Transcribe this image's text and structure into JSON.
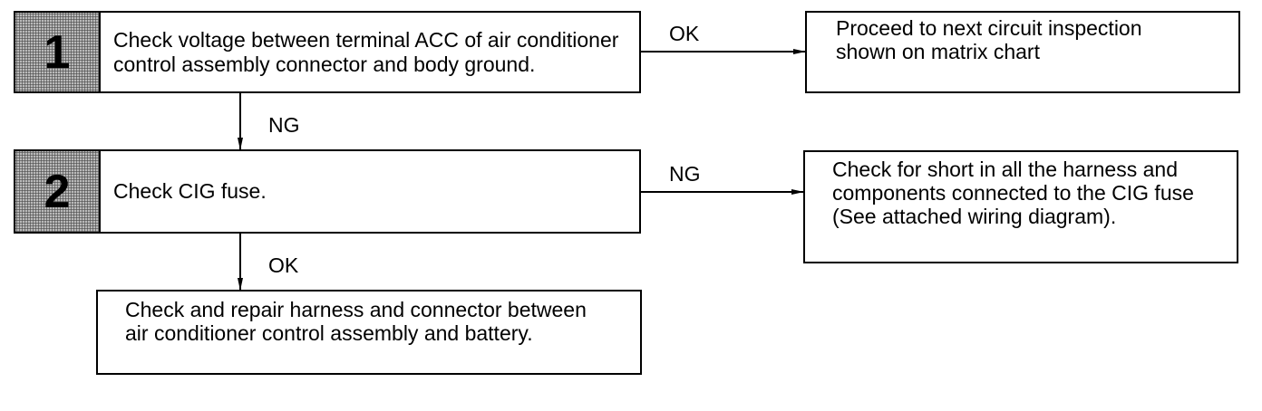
{
  "steps": [
    {
      "number": "1",
      "text": "Check voltage between terminal ACC of air conditioner control assembly connector and body ground."
    },
    {
      "number": "2",
      "text": "Check CIG fuse."
    }
  ],
  "results": {
    "proceed": "Proceed to next circuit inspection shown on matrix chart",
    "short_check": "Check for short in all the harness and components connected to the CIG fuse (See attached wiring diagram).",
    "repair": "Check and repair harness and connector between air conditioner control assembly and battery."
  },
  "labels": {
    "step1_right": "OK",
    "step1_down": "NG",
    "step2_right": "NG",
    "step2_down": "OK"
  }
}
